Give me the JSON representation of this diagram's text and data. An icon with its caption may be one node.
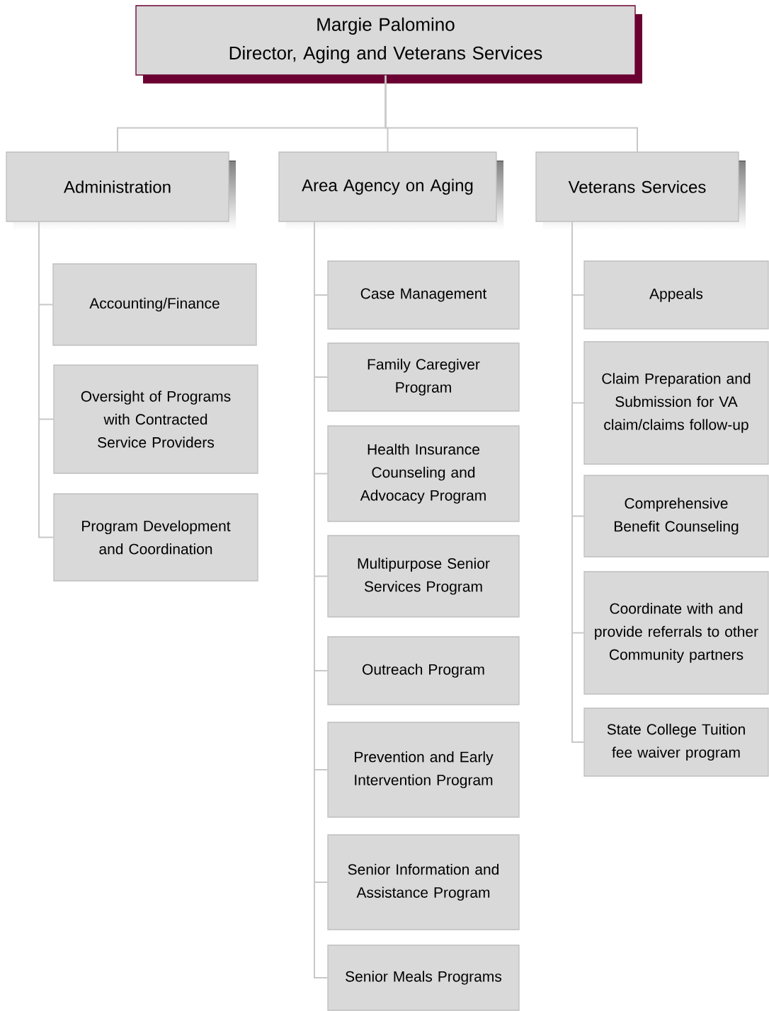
{
  "diagram": {
    "nodes": [
      {
        "text": [
          "Margie Palomino",
          "Director, Aging and Veterans Services"
        ]
      },
      {
        "text": [
          "Administration"
        ]
      },
      {
        "text": [
          "Area Agency on Aging"
        ]
      },
      {
        "text": [
          "Veterans Services"
        ]
      },
      {
        "text": [
          "Accounting/Finance"
        ]
      },
      {
        "text": [
          "Oversight of Programs with Contracted Service Providers"
        ]
      },
      {
        "text": [
          "Program Development and Coordination"
        ]
      },
      {
        "text": [
          "Case Management"
        ]
      },
      {
        "text": [
          "Family Caregiver Program"
        ]
      },
      {
        "text": [
          "Health Insurance Counseling and Advocacy Program"
        ]
      },
      {
        "text": [
          "Multipurpose Senior Services Program"
        ]
      },
      {
        "text": [
          "Outreach Program"
        ]
      },
      {
        "text": [
          "Prevention and Early Intervention Program"
        ]
      },
      {
        "text": [
          "Senior Information and Assistance Program"
        ]
      },
      {
        "text": [
          "Senior Meals Programs"
        ]
      },
      {
        "text": [
          "Appeals"
        ]
      },
      {
        "text": [
          "Claim Preparation and Submission for VA claim/claims follow-up"
        ]
      },
      {
        "text": [
          "Comprehensive Benefit Counseling"
        ]
      },
      {
        "text": [
          "Coordinate with and provide referrals to other Community partners"
        ]
      },
      {
        "text": [
          "State College Tuition fee waiver program"
        ]
      }
    ],
    "edges": [
      {
        "from": 0,
        "to": 1,
        "arrow": "none"
      },
      {
        "from": 0,
        "to": 2,
        "arrow": "none"
      },
      {
        "from": 0,
        "to": 3,
        "arrow": "none"
      },
      {
        "from": 1,
        "to": 4,
        "arrow": "none"
      },
      {
        "from": 1,
        "to": 5,
        "arrow": "none"
      },
      {
        "from": 1,
        "to": 6,
        "arrow": "none"
      },
      {
        "from": 2,
        "to": 7,
        "arrow": "none"
      },
      {
        "from": 2,
        "to": 8,
        "arrow": "none"
      },
      {
        "from": 2,
        "to": 9,
        "arrow": "none"
      },
      {
        "from": 2,
        "to": 10,
        "arrow": "none"
      },
      {
        "from": 2,
        "to": 11,
        "arrow": "none"
      },
      {
        "from": 2,
        "to": 12,
        "arrow": "none"
      },
      {
        "from": 2,
        "to": 13,
        "arrow": "none"
      },
      {
        "from": 2,
        "to": 14,
        "arrow": "none"
      },
      {
        "from": 3,
        "to": 15,
        "arrow": "none"
      },
      {
        "from": 3,
        "to": 16,
        "arrow": "none"
      },
      {
        "from": 3,
        "to": 17,
        "arrow": "none"
      },
      {
        "from": 3,
        "to": 18,
        "arrow": "none"
      },
      {
        "from": 3,
        "to": 19,
        "arrow": "none"
      }
    ]
  }
}
